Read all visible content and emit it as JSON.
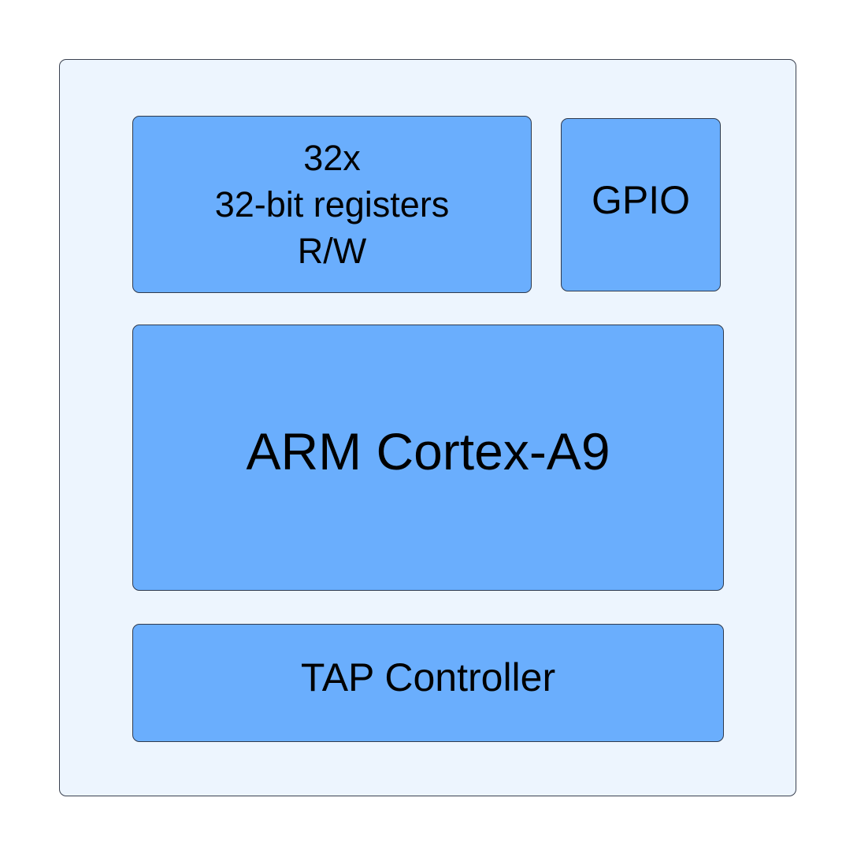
{
  "colors": {
    "container_fill": "#edf5fe",
    "block_fill": "#6aaefd",
    "border": "#2f3a4d"
  },
  "blocks": {
    "registers": {
      "lines": [
        "32x",
        "32-bit registers",
        "R/W"
      ]
    },
    "gpio": {
      "label": "GPIO"
    },
    "cpu": {
      "label": "ARM Cortex-A9"
    },
    "tap": {
      "label": "TAP Controller"
    }
  }
}
